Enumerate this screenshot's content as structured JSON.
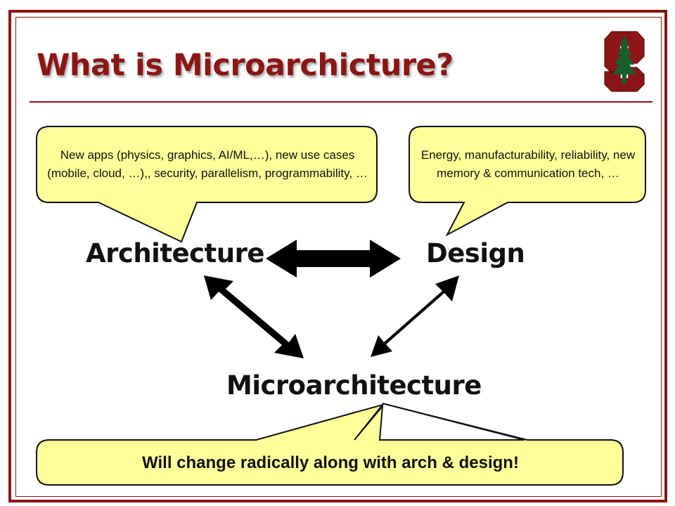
{
  "slide": {
    "title": "What is Microarchicture?",
    "colors": {
      "accent": "#8c1515",
      "callout_fill": "#ffff99",
      "logo_green": "#175e2a"
    }
  },
  "diagram": {
    "nodes": {
      "architecture": "Architecture",
      "design": "Design",
      "microarchitecture": "Microarchitecture"
    },
    "callouts": {
      "architecture": "New apps (physics, graphics, AI/ML,…), new use cases (mobile, cloud, …),, security, parallelism, programmability, …",
      "design": "Energy, manufacturability, reliability, new memory & communication  tech, …",
      "microarchitecture": "Will change radically along with arch & design!"
    }
  },
  "logo": {
    "icon": "stanford-tree-logo-icon"
  }
}
